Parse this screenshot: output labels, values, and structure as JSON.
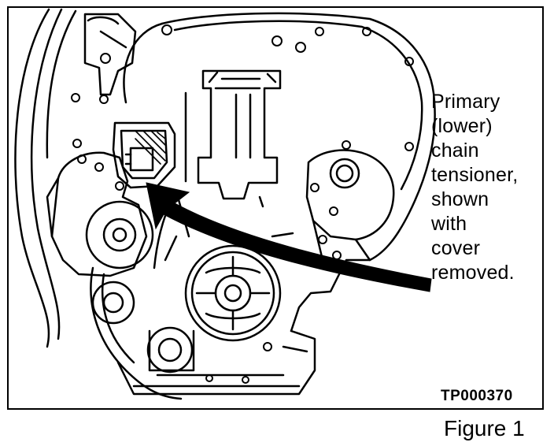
{
  "callout": {
    "lines": [
      "Primary",
      "(lower)",
      "chain",
      "tensioner,",
      "shown",
      "with",
      "cover",
      "removed."
    ]
  },
  "part_number": "TP000370",
  "figure_label": "Figure 1"
}
